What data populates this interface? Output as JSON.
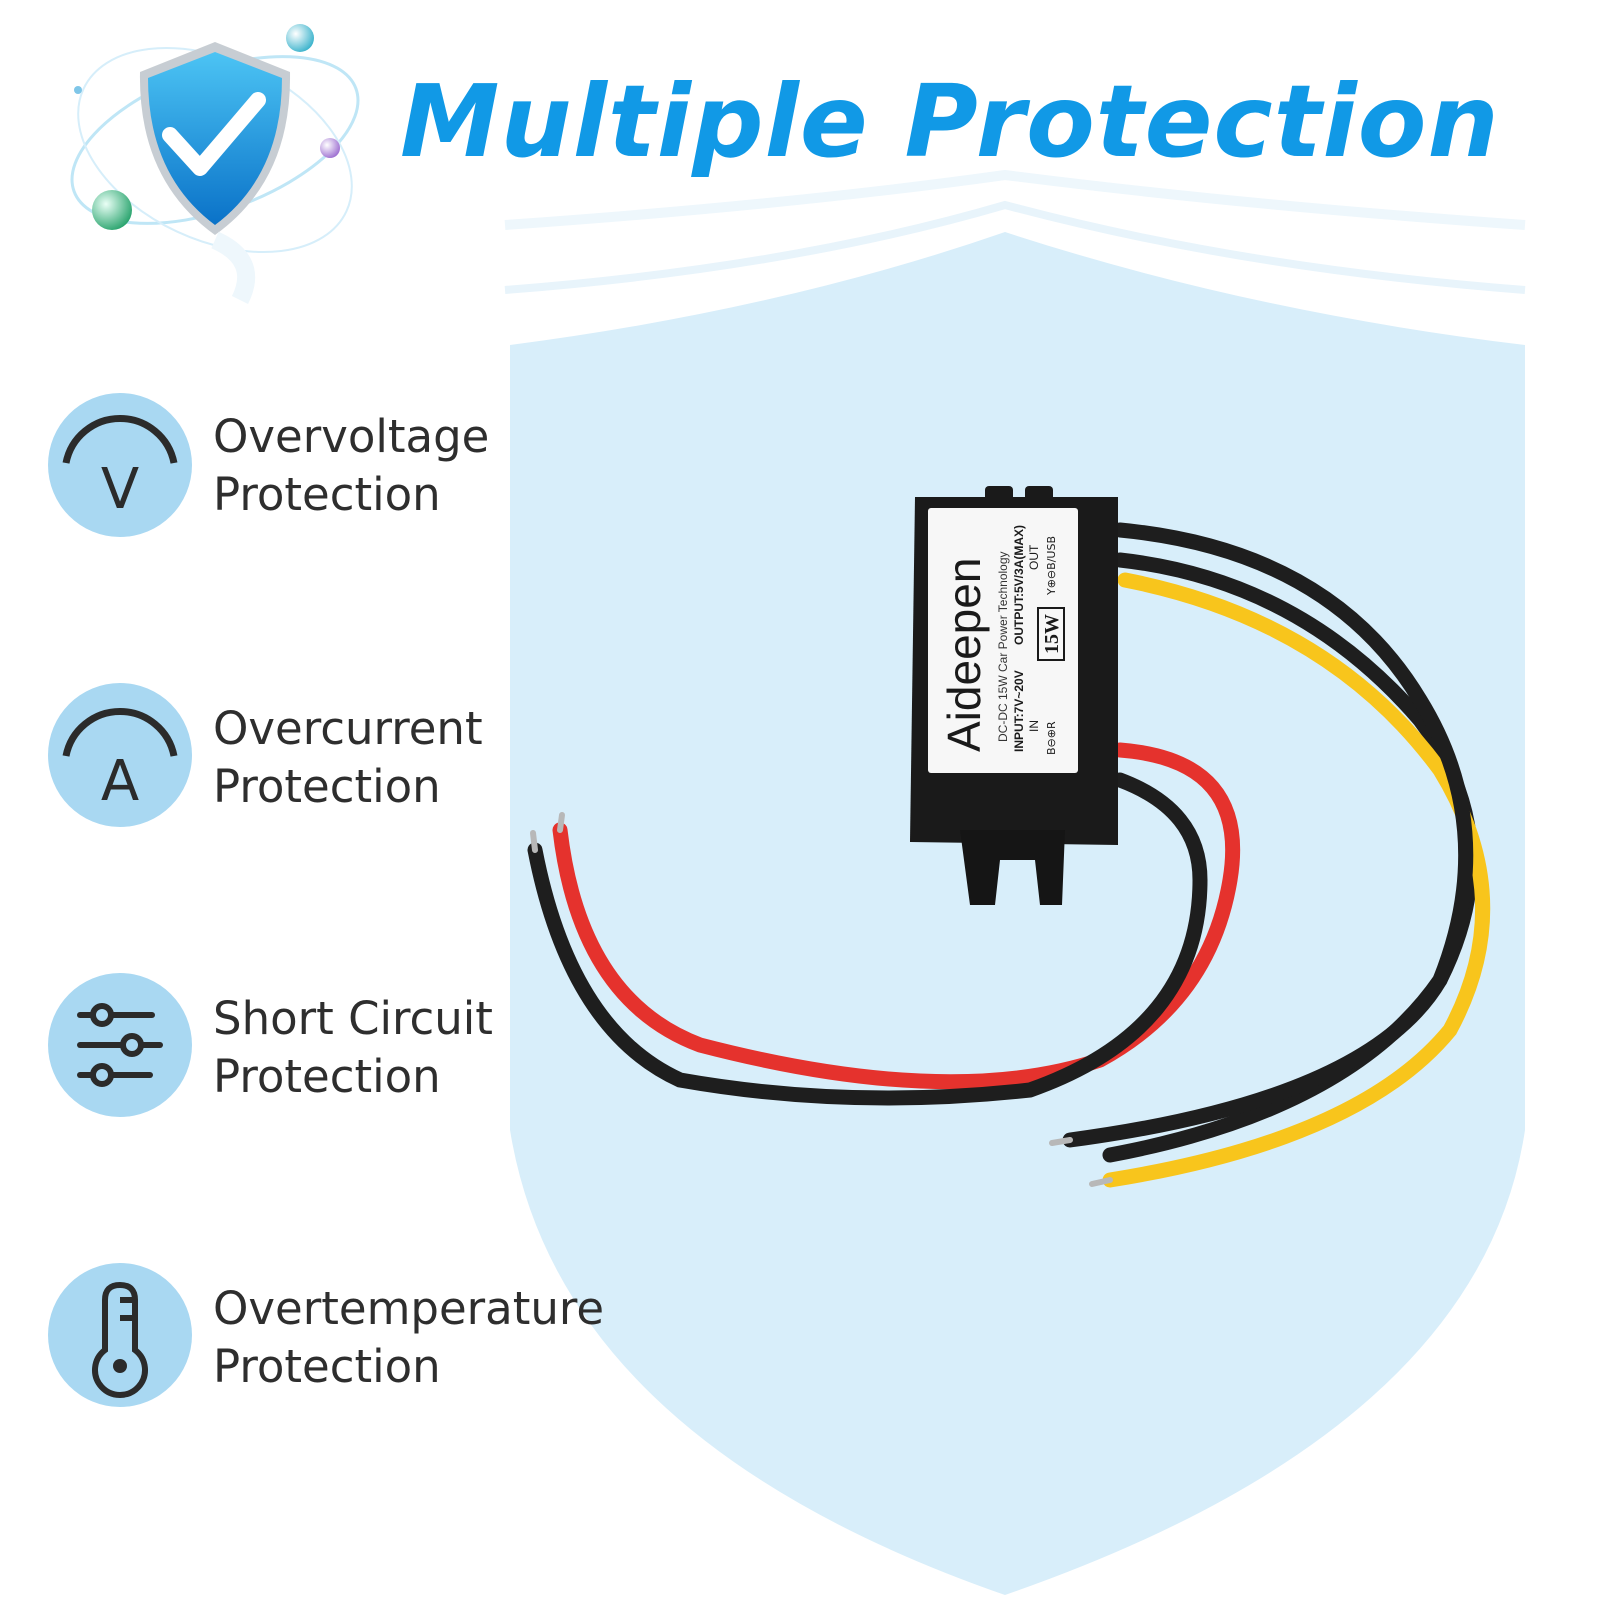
{
  "title": "Multiple Protection",
  "colors": {
    "brand_blue": "#1199e6",
    "shield_bg": "#d8eefa",
    "icon_bg": "#a9d8f2",
    "icon_stroke": "#2b2b2b",
    "text": "#2e2e2e",
    "wire_red": "#e5322d",
    "wire_yellow": "#f8c51c",
    "wire_black": "#1e1e1e"
  },
  "features": [
    {
      "line1": "Overvoltage",
      "line2": "Protection",
      "icon": "voltmeter-icon",
      "symbol": "V"
    },
    {
      "line1": "Overcurrent",
      "line2": "Protection",
      "icon": "ammeter-icon",
      "symbol": "A"
    },
    {
      "line1": "Short Circuit",
      "line2": "Protection",
      "icon": "sliders-icon",
      "symbol": ""
    },
    {
      "line1": "Overtemperature",
      "line2": "Protection",
      "icon": "thermometer-icon",
      "symbol": ""
    }
  ],
  "product": {
    "brand": "Aideepen",
    "spec_line": "DC-DC 15W Car Power Technology",
    "input": "INPUT:7V~20V",
    "output": "OUTPUT:5V/3A(MAX)",
    "in_label": "IN",
    "out_label": "OUT",
    "in_pins": "B⊖⊕R",
    "out_pins": "Y⊕⊖B/USB",
    "power_badge": "15W"
  }
}
